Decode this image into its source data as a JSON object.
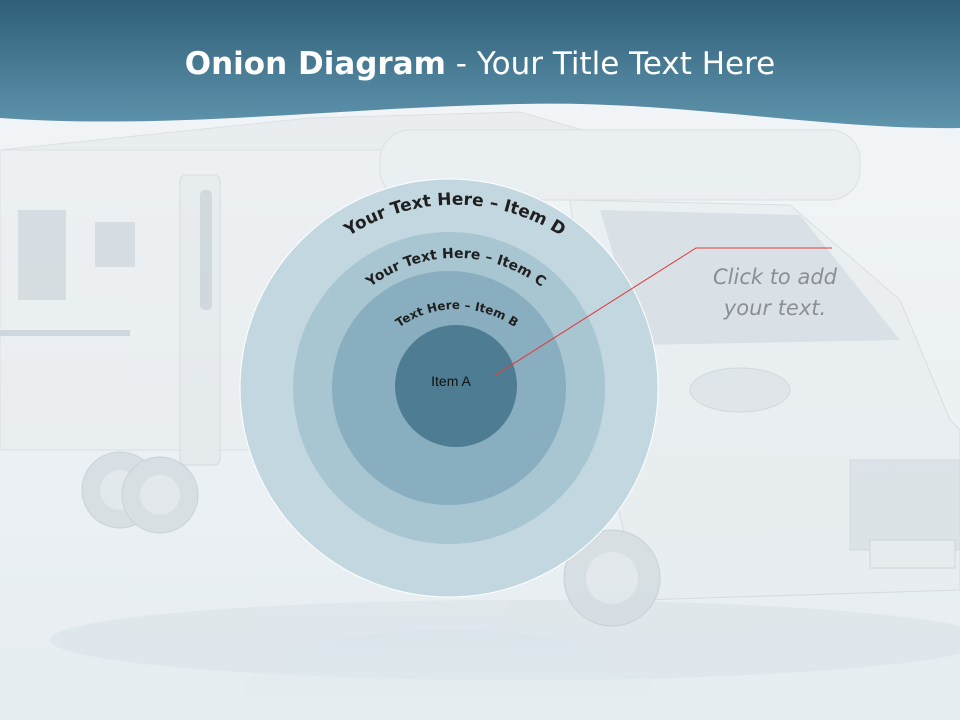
{
  "slide": {
    "title_bold": "Onion Diagram",
    "title_rest": " - Your Title Text Here",
    "callout_text": "Click  to add your text."
  },
  "diagram": {
    "layers": [
      {
        "label": "Your Text Here – Item D",
        "color": "#c3d7e0"
      },
      {
        "label": "Your Text Here – Item C",
        "color": "#a8c5d2"
      },
      {
        "label": "Text Here – Item B",
        "color": "#88aebf"
      },
      {
        "label": "Item A",
        "color": "#4e7c92"
      }
    ]
  },
  "colors": {
    "header": "#3f7390",
    "callout_line": "#e03c3c"
  }
}
